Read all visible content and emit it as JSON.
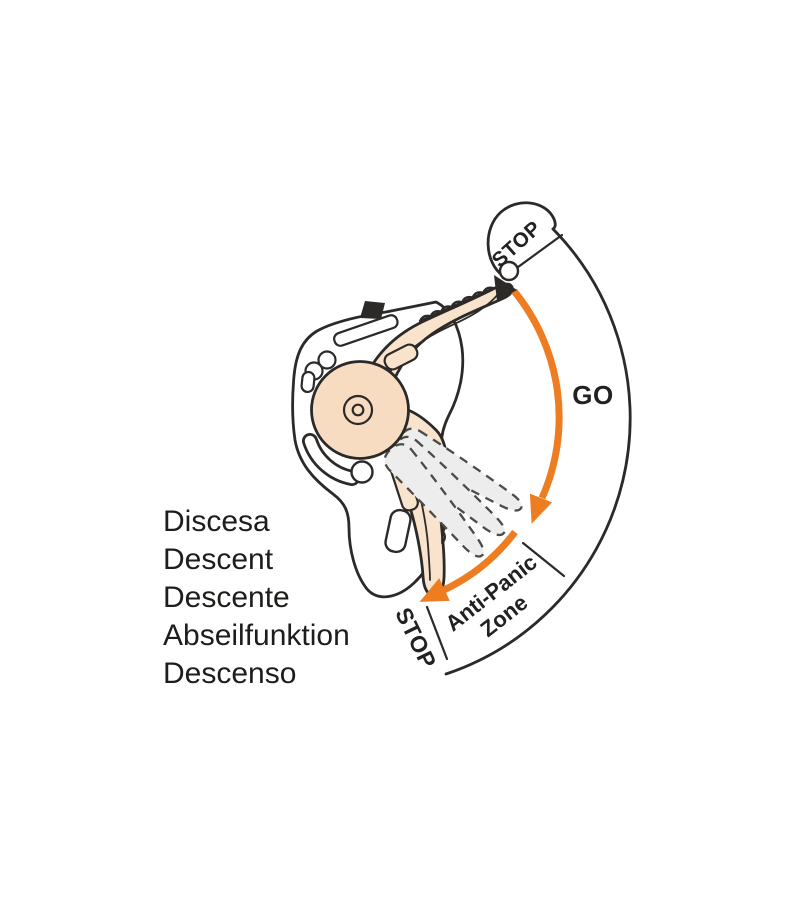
{
  "figure": {
    "type": "device-diagram",
    "subject": "descender-handle-positions"
  },
  "labels": {
    "stop_top": "STOP",
    "go": "GO",
    "anti_panic_line1": "Anti-Panic",
    "anti_panic_line2": "Zone",
    "stop_bottom": "STOP",
    "languages": [
      "Discesa",
      "Descent",
      "Descente",
      "Abseilfunktion",
      "Descenso"
    ]
  },
  "colors": {
    "outline": "#2B2A28",
    "beige": "#FAE3CC",
    "cam-fill": "#F8DCC2",
    "orange": "#EE7D21",
    "ghost-fill": "#EDEDED",
    "ghost-stroke": "#4B4B48",
    "label": "#222120",
    "text": "#1D1D1B"
  }
}
